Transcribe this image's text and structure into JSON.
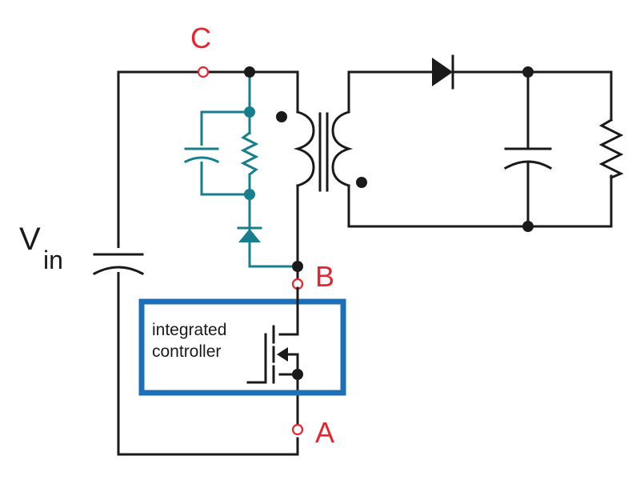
{
  "labels": {
    "node_c": "C",
    "node_b": "B",
    "node_a": "A",
    "vin_main": "V",
    "vin_sub": "in",
    "controller_line1": "integrated",
    "controller_line2": "controller"
  },
  "colors": {
    "wire": "#1a1a1a",
    "snubber": "#177f8c",
    "probe_label": "#e8242e",
    "controller_box": "#1d6fb8"
  }
}
